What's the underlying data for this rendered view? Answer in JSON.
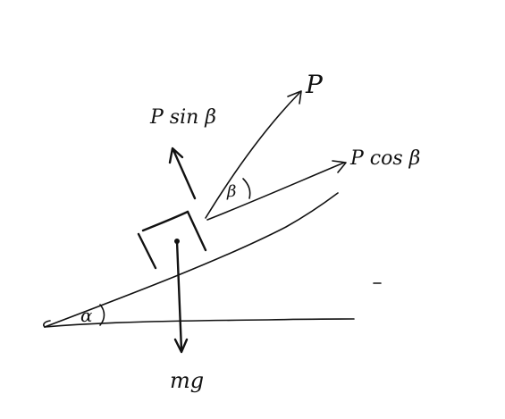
{
  "labels": {
    "force_p": "P",
    "force_p_sin": "P sin β",
    "force_p_cos": "P cos β",
    "weight": "mg",
    "angle_incline": "α",
    "angle_force": "β"
  },
  "colors": {
    "ink": "#111111",
    "paper": "#ffffff"
  }
}
